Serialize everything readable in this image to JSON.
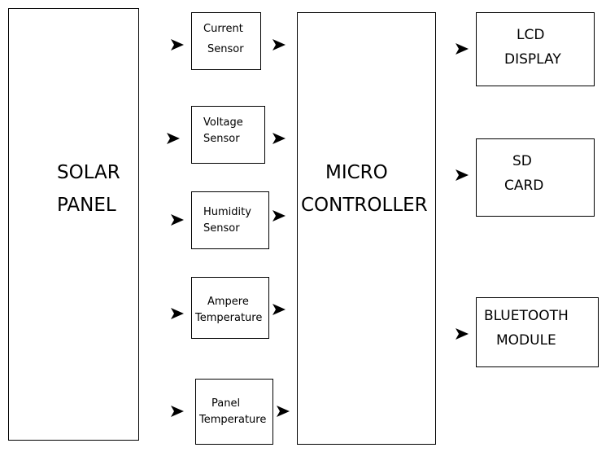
{
  "solar_panel": {
    "line1": "SOLAR",
    "line2": "PANEL"
  },
  "sensors": [
    {
      "line1": "Current",
      "line2": "Sensor"
    },
    {
      "line1": "Voltage",
      "line2": "Sensor"
    },
    {
      "line1": "Humidity",
      "line2": "Sensor"
    },
    {
      "line1": "Ampere",
      "line2": "Temperature"
    },
    {
      "line1": "Panel",
      "line2": "Temperature"
    }
  ],
  "microcontroller": {
    "line1": "MICRO",
    "line2": "CONTROLLER"
  },
  "outputs": [
    {
      "line1": "LCD",
      "line2": "DISPLAY"
    },
    {
      "line1": "SD",
      "line2": "CARD"
    },
    {
      "line1": "BLUETOOTH",
      "line2": "MODULE"
    }
  ]
}
